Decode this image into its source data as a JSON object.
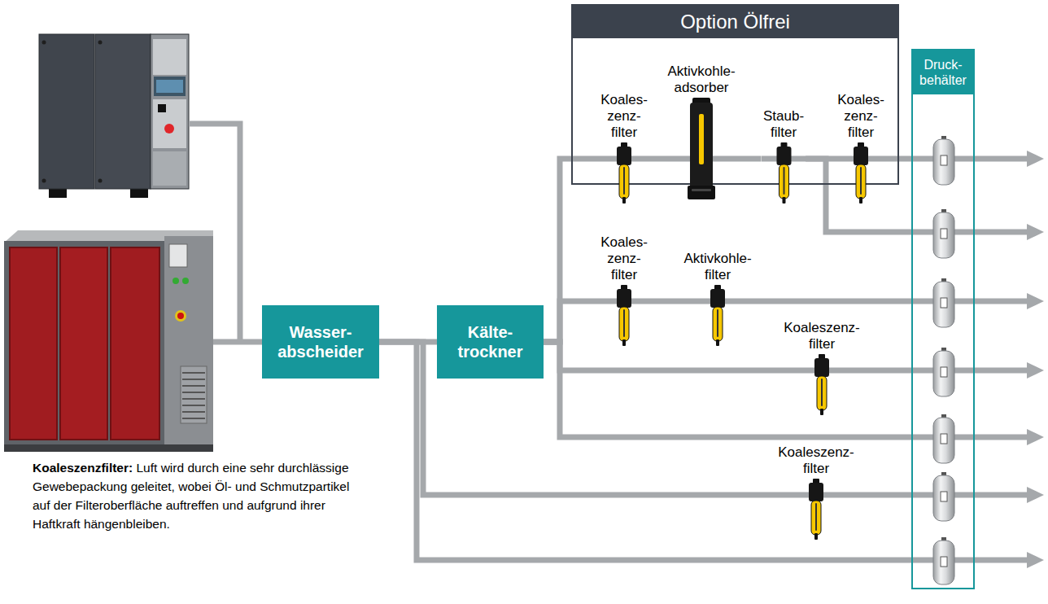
{
  "diagram": {
    "nodes": [
      {
        "text": [
          "Option Ölfrei"
        ]
      },
      {
        "text": [
          "Koales- zenz- filter"
        ],
        "in": 0
      },
      {
        "text": [
          "Aktivkohle- adsorber"
        ],
        "in": 0
      },
      {
        "text": [
          "Staub- filter"
        ],
        "in": 0
      },
      {
        "text": [
          "Koales- zenz- filter"
        ],
        "in": 0
      },
      {
        "text": [
          "Druck- behälter"
        ]
      },
      {
        "text": [
          "Koales- zenz- filter"
        ]
      },
      {
        "text": [
          "Aktivkohle- filter"
        ]
      },
      {
        "text": [
          "Wasser- abscheider"
        ]
      },
      {
        "text": [
          "Kälte- trockner"
        ]
      },
      {
        "text": [
          "Koaleszenz- filter"
        ]
      },
      {
        "text": [
          "Koaleszenz- filter"
        ]
      }
    ],
    "edges": [
      {
        "from": 8,
        "to": 9,
        "arrow": "none"
      },
      {
        "from": 9,
        "to": 1,
        "arrow": "none"
      },
      {
        "from": 1,
        "to": 2,
        "arrow": "none"
      },
      {
        "from": 2,
        "to": 3,
        "arrow": "none"
      },
      {
        "from": 3,
        "to": 4,
        "arrow": "none"
      },
      {
        "from": 4,
        "to": 5,
        "arrow": "none"
      },
      {
        "from": 3,
        "to": 5,
        "arrow": "none"
      },
      {
        "from": 9,
        "to": 6,
        "arrow": "none"
      },
      {
        "from": 6,
        "to": 7,
        "arrow": "none"
      },
      {
        "from": 7,
        "to": 5,
        "arrow": "none"
      },
      {
        "from": 9,
        "to": 10,
        "arrow": "none"
      },
      {
        "from": 10,
        "to": 5,
        "arrow": "none"
      },
      {
        "from": 9,
        "to": 5,
        "arrow": "none"
      },
      {
        "from": 8,
        "to": 11,
        "arrow": "none"
      },
      {
        "from": 11,
        "to": 5,
        "arrow": "none"
      },
      {
        "from": 8,
        "to": 5,
        "arrow": "none"
      }
    ],
    "labels": [
      "Koaleszenzfilter:",
      "Luft wird durch eine sehr durchlässige Gewebepackung geleitet, wobei Öl- und Schmutzpartikel auf der Filteroberfläche auftreffen und aufgrund ihrer Haftkraft hängenbleiben."
    ]
  }
}
